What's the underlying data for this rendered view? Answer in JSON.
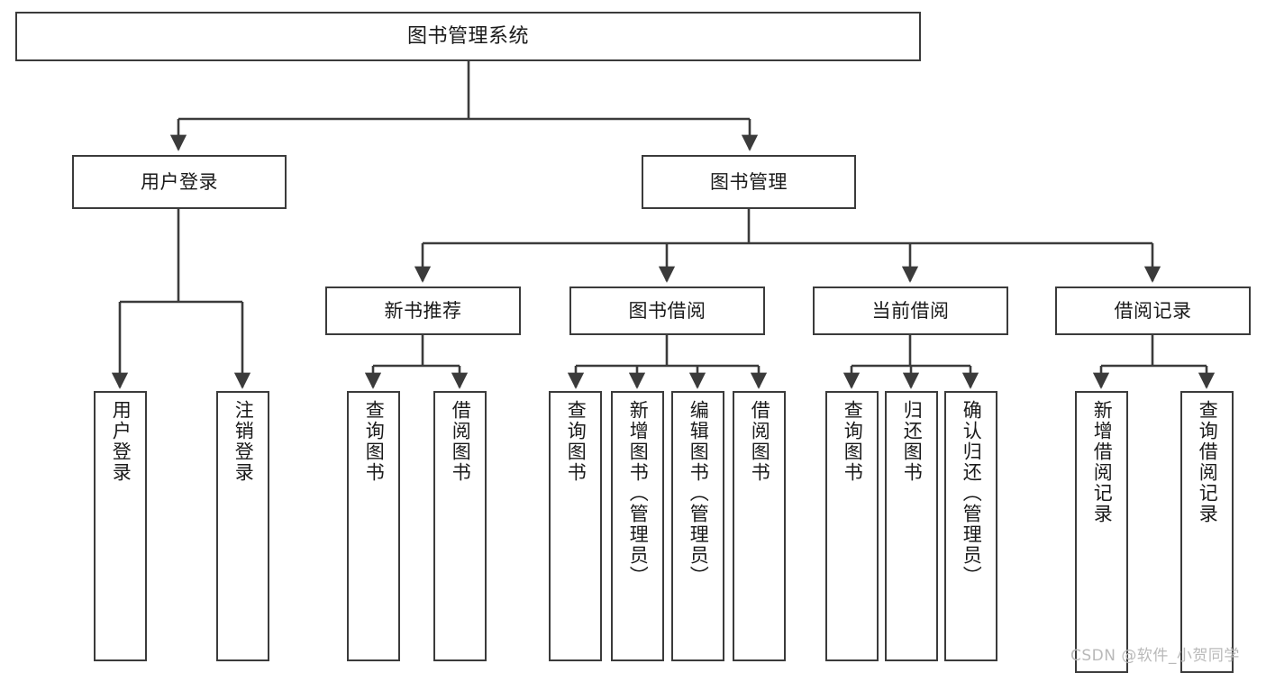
{
  "diagram": {
    "type": "tree",
    "title": "图书管理系统",
    "root": {
      "id": "root",
      "label": "图书管理系统"
    },
    "level2": [
      {
        "id": "user-login",
        "label": "用户登录"
      },
      {
        "id": "book-manage",
        "label": "图书管理"
      }
    ],
    "level3": [
      {
        "id": "new-book-rec",
        "label": "新书推荐",
        "parent": "book-manage"
      },
      {
        "id": "book-borrow",
        "label": "图书借阅",
        "parent": "book-manage"
      },
      {
        "id": "current-borrow",
        "label": "当前借阅",
        "parent": "book-manage"
      },
      {
        "id": "borrow-record",
        "label": "借阅记录",
        "parent": "book-manage"
      }
    ],
    "leaves": [
      {
        "id": "leaf-user-login",
        "label": "用户登录",
        "parent": "user-login"
      },
      {
        "id": "leaf-logout",
        "label": "注销登录",
        "parent": "user-login"
      },
      {
        "id": "leaf-query-book-1",
        "label": "查询图书",
        "parent": "new-book-rec"
      },
      {
        "id": "leaf-borrow-book-1",
        "label": "借阅图书",
        "parent": "new-book-rec"
      },
      {
        "id": "leaf-query-book-2",
        "label": "查询图书",
        "parent": "book-borrow"
      },
      {
        "id": "leaf-add-book",
        "label": "新增图书（管理员）",
        "parent": "book-borrow"
      },
      {
        "id": "leaf-edit-book",
        "label": "编辑图书（管理员）",
        "parent": "book-borrow"
      },
      {
        "id": "leaf-borrow-book-2",
        "label": "借阅图书",
        "parent": "book-borrow"
      },
      {
        "id": "leaf-query-book-3",
        "label": "查询图书",
        "parent": "current-borrow"
      },
      {
        "id": "leaf-return-book",
        "label": "归还图书",
        "parent": "current-borrow"
      },
      {
        "id": "leaf-confirm-return",
        "label": "确认归还（管理员）",
        "parent": "current-borrow"
      },
      {
        "id": "leaf-add-record",
        "label": "新增借阅记录",
        "parent": "borrow-record"
      },
      {
        "id": "leaf-query-record",
        "label": "查询借阅记录",
        "parent": "borrow-record"
      }
    ],
    "colors": {
      "stroke": "#3b3b3b",
      "background": "#ffffff",
      "text": "#1a1a1a",
      "watermark": "#b9b9b9"
    }
  },
  "watermark": {
    "text": "CSDN @软件_小贺同学"
  }
}
